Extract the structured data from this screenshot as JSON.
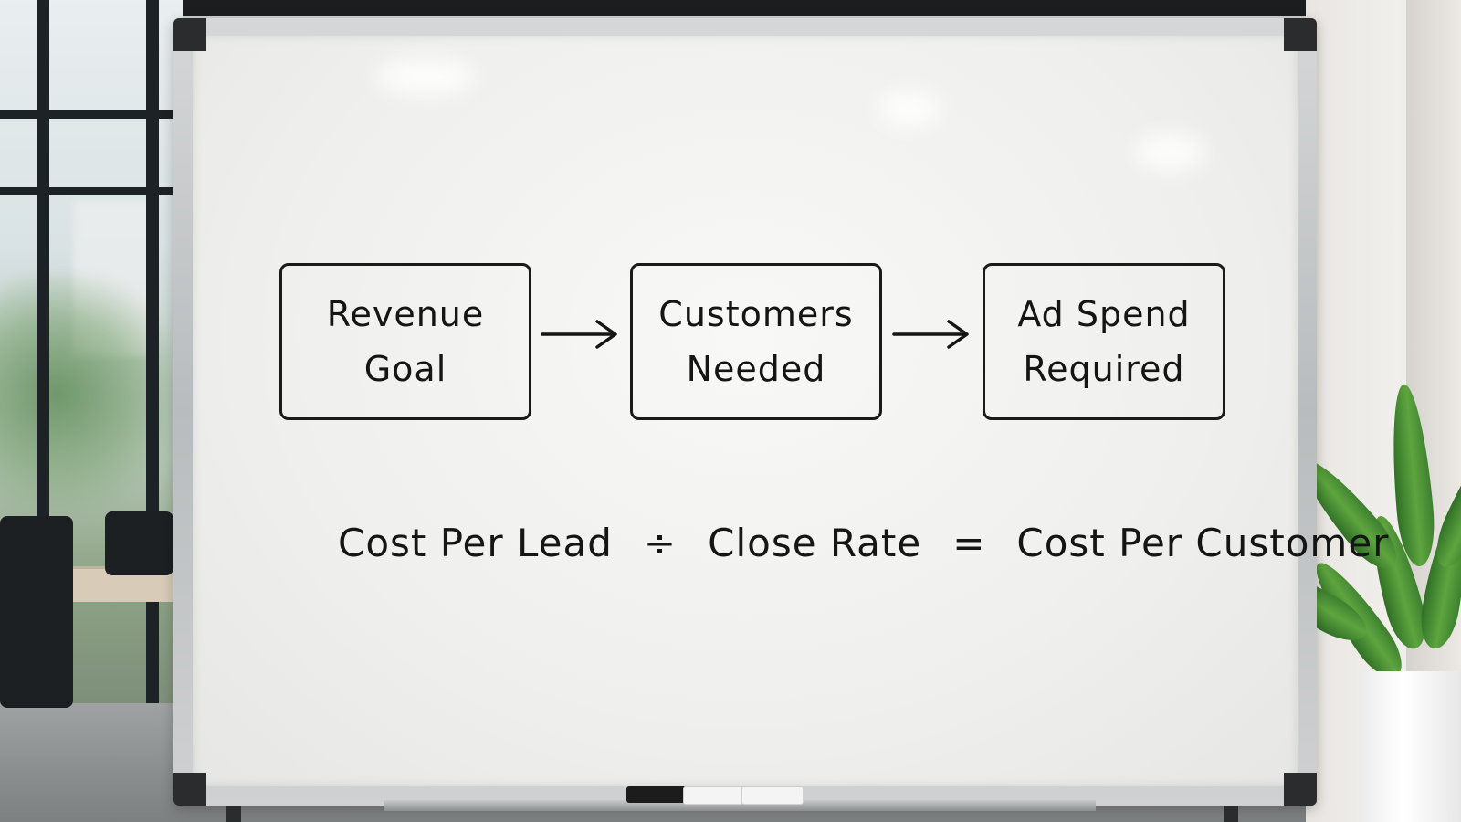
{
  "whiteboard": {
    "flow": [
      {
        "lines": [
          "Revenue",
          "Goal"
        ]
      },
      {
        "lines": [
          "Customers",
          "Needed"
        ]
      },
      {
        "lines": [
          "Ad Spend",
          "Required"
        ]
      }
    ],
    "formula": {
      "term1": "Cost Per Lead",
      "op1": "÷",
      "term2": "Close Rate",
      "op2": "=",
      "result": "Cost Per Customer"
    }
  },
  "colors": {
    "ink": "#151515",
    "board": "#f2f2f1",
    "frame": "#c4c6c8",
    "plant": "#4c8f36"
  },
  "icons": [
    "arrow-right-icon",
    "arrow-right-icon"
  ]
}
